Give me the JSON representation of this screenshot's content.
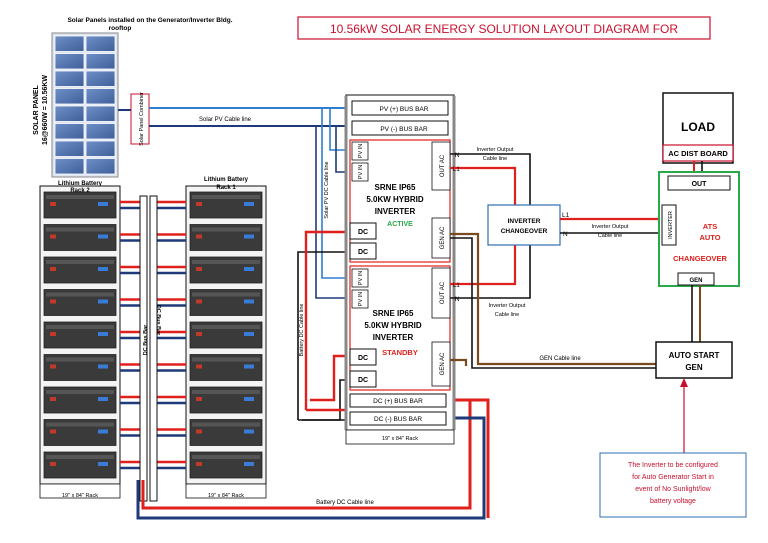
{
  "title": "10.56kW SOLAR ENERGY SOLUTION LAYOUT DIAGRAM FOR",
  "solar": {
    "caption_line1": "Solar Panels installed on the Generator/Inverter Bldg.",
    "caption_line2": "rooftop",
    "panel_label_line1": "SOLAR PANEL",
    "panel_label_line2": "16@660W = 10.56KW",
    "combiner": "Solar Panel Combiner",
    "pv_cable": "Solar PV Cable line",
    "pv_dc_cable": "Solar PV DC Cable line"
  },
  "racks": {
    "rack2_title_line1": "Lithium Battery",
    "rack2_title_line2": "Rack 2",
    "rack1_title_line1": "Lithium Battery",
    "rack1_title_line2": "Rack 1",
    "rack_size": "19\" x 84\" Rack",
    "dc_bus_bar": "DC Bus Bar",
    "battery_dc_cable_vertical": "Battery DC Cable line",
    "battery_dc_cable_bottom": "Battery DC Cable line"
  },
  "inverter_rack": {
    "pv_pos_bus": "PV (+)  BUS BAR",
    "pv_neg_bus": "PV (-) BUS BAR",
    "pv_in": "PV   IN",
    "inverter_line1": "SRNE IP65",
    "inverter_line2": "5.0KW HYBRID",
    "inverter_line3": "INVERTER",
    "active": "ACTIVE",
    "standby": "STANDBY",
    "dc": "DC",
    "out_ac": "OUT AC",
    "gen_ac": "GEN AC",
    "dc_pos_bus": "DC (+) BUS BAR",
    "dc_neg_bus": "DC (-) BUS BAR",
    "rack_size": "19\" x 84\" Rack"
  },
  "wiring": {
    "n": "N",
    "l1": "L1",
    "inv_out_cable_top_l1": "Inverter Output",
    "inv_out_cable_top_l2": "Cable line",
    "inv_out_cable_bot_l1": "Inverter Output",
    "inv_out_cable_bot_l2": "Cable line",
    "changeover_line1": "INVERTER",
    "changeover_line2": "CHANGEOVER",
    "inv_out_cable_right_l1": "Inverter Output",
    "inv_out_cable_right_l2": "Cable line",
    "gen_cable": "GEN Cable line"
  },
  "load": {
    "load": "LOAD",
    "ac_dist_board": "AC DIST BOARD"
  },
  "ats": {
    "out": "OUT",
    "inverter": "INVERTER",
    "line1": "ATS",
    "line2": "AUTO",
    "line3": "CHANGEOVER",
    "gen": "GEN"
  },
  "gen": {
    "line1": "AUTO START",
    "line2": "GEN"
  },
  "note": {
    "line1": "The Inverter to be configured",
    "line2": "for Auto Generator Start in",
    "line3": "event of No Sunlight/low",
    "line4": "battery voltage"
  },
  "colors": {
    "red": "#e0201c",
    "navy": "#1f3a78",
    "brown": "#7a4a1c",
    "black": "#111111",
    "green_ats": "#2aa84a",
    "blue_border": "#2f6db0",
    "title_red": "#c8102e",
    "module_dark": "#3a3a3a"
  }
}
